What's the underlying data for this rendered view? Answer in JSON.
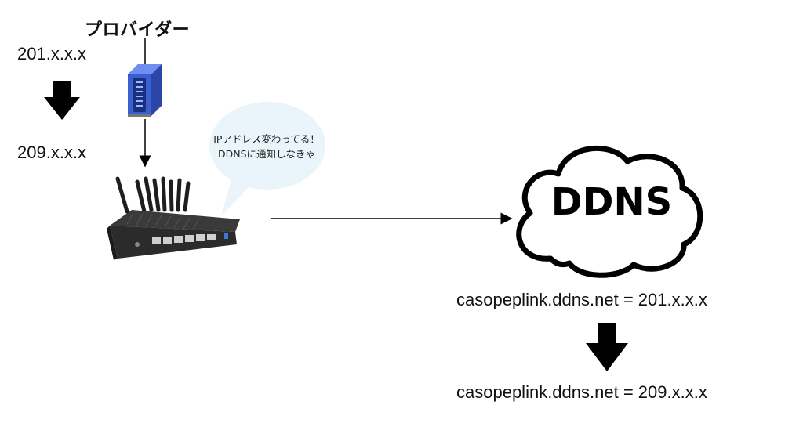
{
  "provider": {
    "label": "プロバイダー"
  },
  "client_ip": {
    "old": "201.x.x.x",
    "new": "209.x.x.x"
  },
  "router": {
    "speech": [
      "IPアドレス変わってる！",
      "DDNSに通知しなきゃ"
    ]
  },
  "ddns": {
    "label": "DDNS",
    "record_old": "casopeplink.ddns.net = 201.x.x.x",
    "record_new": "casopeplink.ddns.net = 209.x.x.x"
  },
  "colors": {
    "modem_blue": "#3a5fd0",
    "bubble": "#eaf4fb",
    "router_body": "#2b2b2b"
  },
  "icons": [
    "modem-icon",
    "router-icon",
    "cloud-icon",
    "down-arrow-icon"
  ]
}
